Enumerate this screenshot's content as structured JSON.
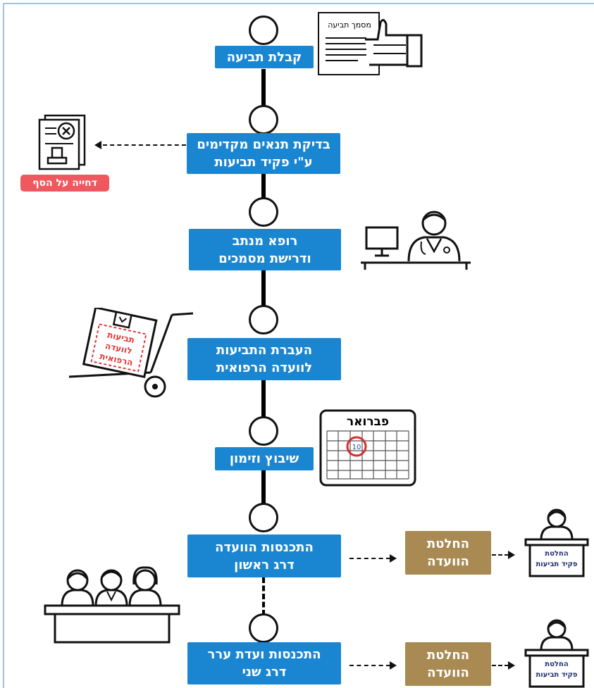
{
  "steps": [
    {
      "label": "קבלת תביעה"
    },
    {
      "label": "בדיקת תנאים מקדימים\nע\"י פקיד תביעות"
    },
    {
      "label": "רופא מנתב\nודרישת מסמכים"
    },
    {
      "label": "העברת התביעות\nלוועדה הרפואית"
    },
    {
      "label": "שיבוץ וזימון"
    },
    {
      "label": "התכנסות הוועדה\nדרג ראשון"
    },
    {
      "label": "התכנסות ועדת ערר\nדרג שני"
    }
  ],
  "rejection": {
    "label": "דחייה על הסף"
  },
  "decisions": [
    {
      "label": "החלטת\nהוועדה"
    },
    {
      "label": "החלטת\nהוועדה"
    }
  ],
  "clerk_desk": [
    {
      "line1": "החלטת",
      "line2": "פקיד תביעות"
    },
    {
      "line1": "החלטת",
      "line2": "פקיד תביעות"
    }
  ],
  "claim_document": {
    "label": "מסמך תביעה"
  },
  "cart_box": {
    "line1": "תביעות",
    "line2": "לוועדה",
    "line3": "הרפואית"
  },
  "calendar": {
    "month": "פברואר",
    "day": "10"
  },
  "colors": {
    "step_blue": "#1a86d1",
    "decision_gold": "#a88a52",
    "reject_red": "#f0585f"
  },
  "icons": [
    "thumbs-up-hand-icon",
    "rejected-document-stamp-icon",
    "doctor-at-desk-icon",
    "hand-truck-box-icon",
    "calendar-icon",
    "committee-panel-icon",
    "clerk-at-desk-icon"
  ]
}
